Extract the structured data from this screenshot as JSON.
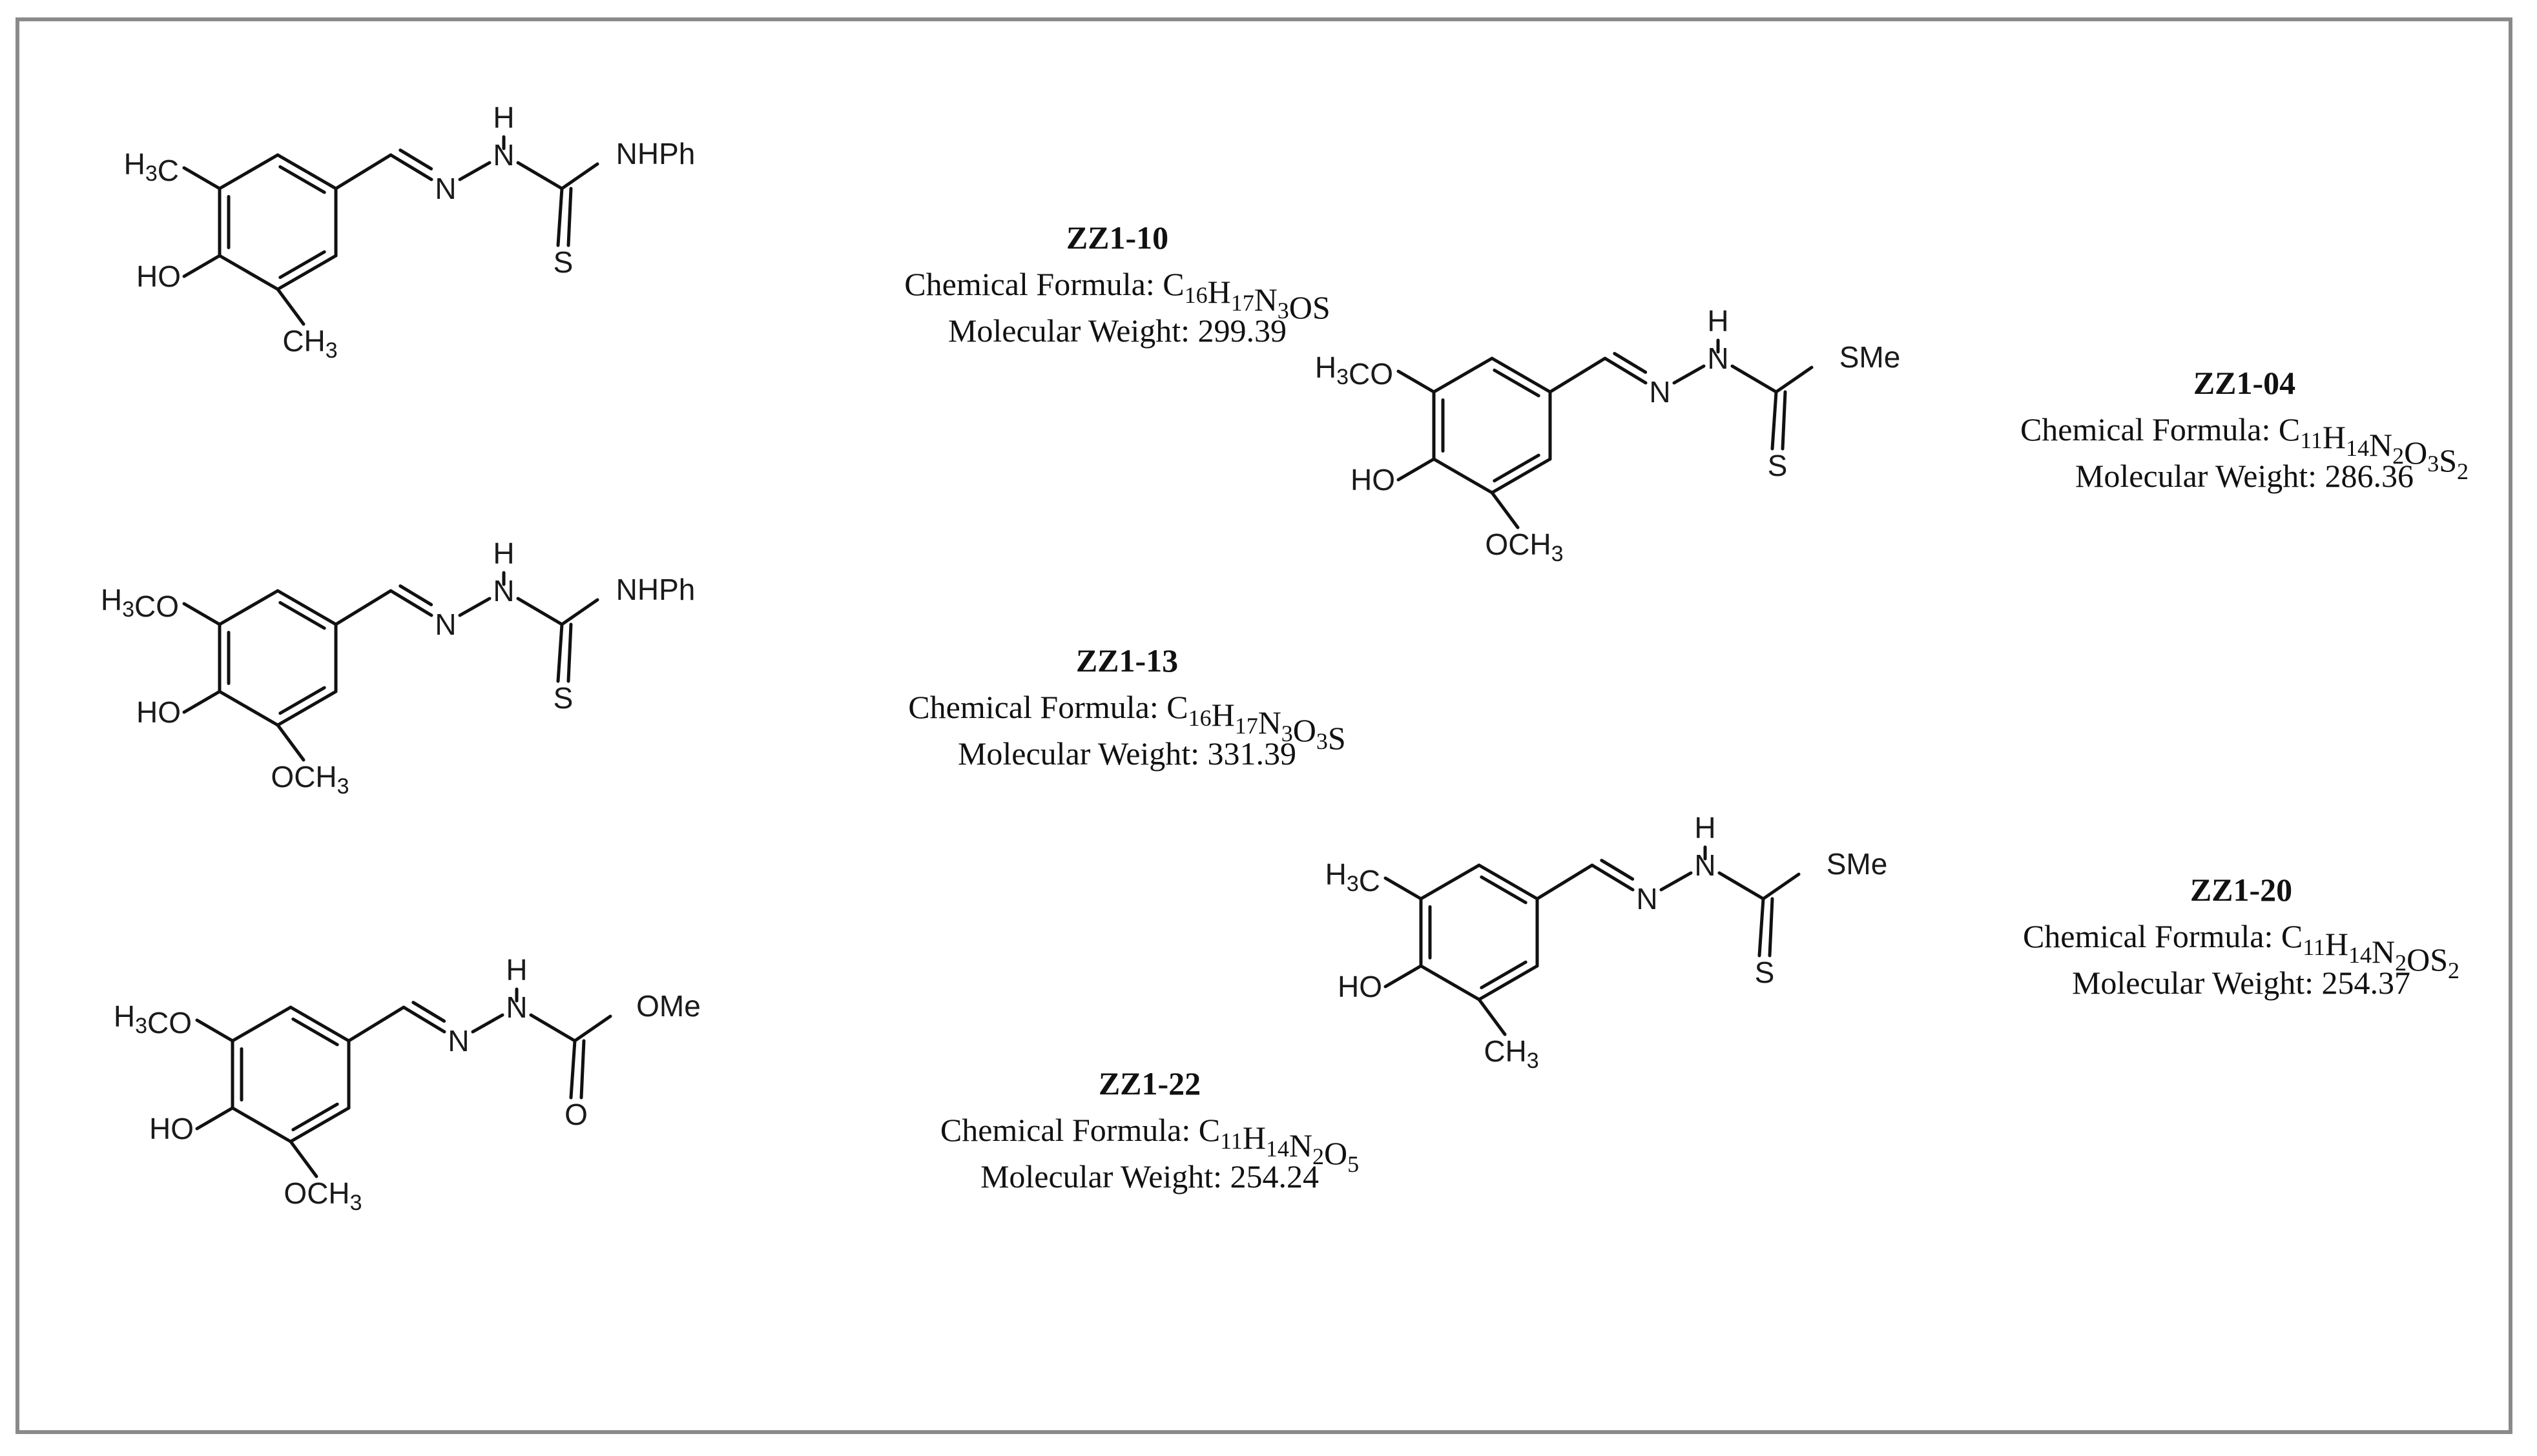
{
  "compounds": [
    {
      "id": "ZZ1-10",
      "formula_label": "Chemical Formula: ",
      "formula": [
        [
          "C",
          ""
        ],
        [
          "16",
          "sub"
        ],
        [
          "H",
          ""
        ],
        [
          "17",
          "sub"
        ],
        [
          "N",
          ""
        ],
        [
          "3",
          "sub"
        ],
        [
          "OS",
          ""
        ]
      ],
      "weight": "Molecular Weight: 299.39",
      "substituent_top": "H3C",
      "substituent_bottom": "CH3",
      "hydroxyl": "HO",
      "hydrazine_h": "H",
      "n_label": "N",
      "tail": "NHPh",
      "dbl": "S",
      "kind": "thio-amide"
    },
    {
      "id": "ZZ1-13",
      "formula_label": "Chemical Formula: ",
      "formula": [
        [
          "C",
          ""
        ],
        [
          "16",
          "sub"
        ],
        [
          "H",
          ""
        ],
        [
          "17",
          "sub"
        ],
        [
          "N",
          ""
        ],
        [
          "3",
          "sub"
        ],
        [
          "O",
          ""
        ],
        [
          "3",
          "sub"
        ],
        [
          "S",
          ""
        ]
      ],
      "weight": "Molecular Weight: 331.39",
      "substituent_top": "H3CO",
      "substituent_bottom": "OCH3",
      "hydroxyl": "HO",
      "hydrazine_h": "H",
      "n_label": "N",
      "tail": "NHPh",
      "dbl": "S",
      "kind": "thio-amide"
    },
    {
      "id": "ZZ1-22",
      "formula_label": "Chemical Formula: ",
      "formula": [
        [
          "C",
          ""
        ],
        [
          "11",
          "sub"
        ],
        [
          "H",
          ""
        ],
        [
          "14",
          "sub"
        ],
        [
          "N",
          ""
        ],
        [
          "2",
          "sub"
        ],
        [
          "O",
          ""
        ],
        [
          "5",
          "sub"
        ]
      ],
      "weight": "Molecular Weight: 254.24",
      "substituent_top": "H3CO",
      "substituent_bottom": "OCH3",
      "hydroxyl": "HO",
      "hydrazine_h": "H",
      "n_label": "N",
      "tail": "OMe",
      "dbl": "O",
      "kind": "carbamate"
    },
    {
      "id": "ZZ1-04",
      "formula_label": "Chemical Formula: ",
      "formula": [
        [
          "C",
          ""
        ],
        [
          "11",
          "sub"
        ],
        [
          "H",
          ""
        ],
        [
          "14",
          "sub"
        ],
        [
          "N",
          ""
        ],
        [
          "2",
          "sub"
        ],
        [
          "O",
          ""
        ],
        [
          "3",
          "sub"
        ],
        [
          "S",
          ""
        ],
        [
          "2",
          "sub"
        ]
      ],
      "weight": "Molecular Weight: 286.36",
      "substituent_top": "H3CO",
      "substituent_bottom": "OCH3",
      "hydroxyl": "HO",
      "hydrazine_h": "H",
      "n_label": "N",
      "tail": "SMe",
      "dbl": "S",
      "kind": "dithio"
    },
    {
      "id": "ZZ1-20",
      "formula_label": "Chemical Formula: ",
      "formula": [
        [
          "C",
          ""
        ],
        [
          "11",
          "sub"
        ],
        [
          "H",
          ""
        ],
        [
          "14",
          "sub"
        ],
        [
          "N",
          ""
        ],
        [
          "2",
          "sub"
        ],
        [
          "OS",
          ""
        ],
        [
          "2",
          "sub"
        ]
      ],
      "weight": "Molecular Weight: 254.37",
      "substituent_top": "H3C",
      "substituent_bottom": "CH3",
      "hydroxyl": "HO",
      "hydrazine_h": "H",
      "n_label": "N",
      "tail": "SMe",
      "dbl": "S",
      "kind": "dithio"
    }
  ]
}
